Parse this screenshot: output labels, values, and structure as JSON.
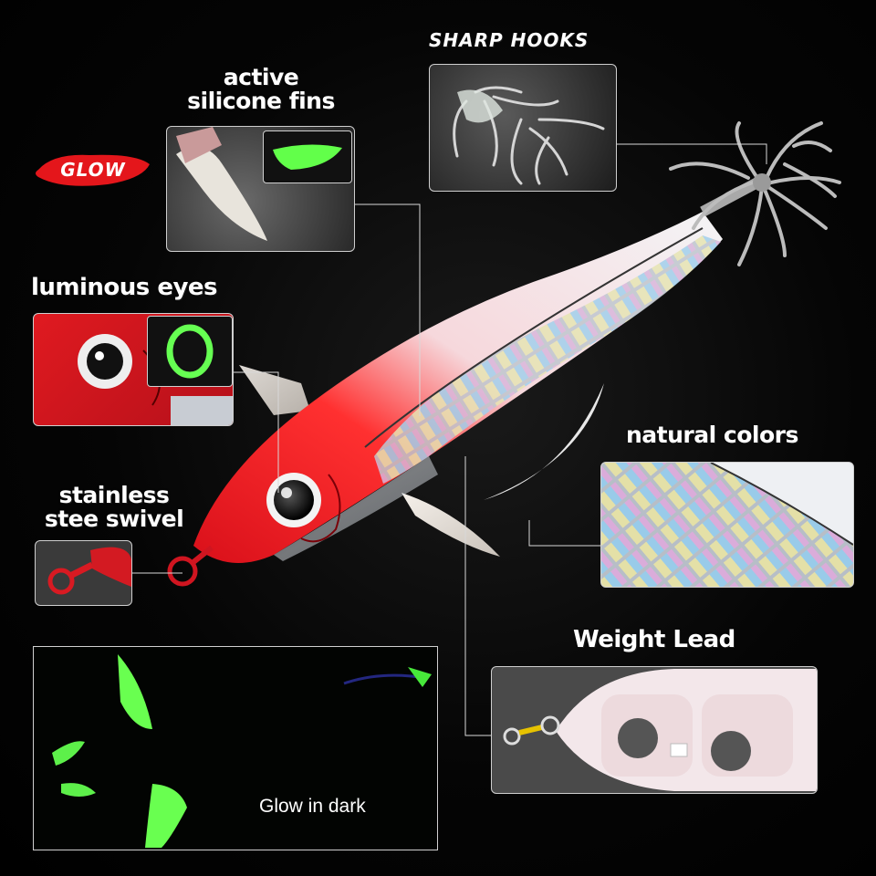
{
  "badge": {
    "text": "GLOW",
    "color": "#e4161b"
  },
  "callouts": {
    "sharp_hooks": "SHARP HOOKS",
    "fins_line1": "active",
    "fins_line2": "silicone fins",
    "eyes": "luminous eyes",
    "swivel_line1": "stainless",
    "swivel_line2": "stee swivel",
    "natural_colors": "natural colors",
    "weight_lead": "Weight Lead",
    "glow_in_dark": "Glow in dark"
  },
  "colors": {
    "lure_red": "#e0141c",
    "lure_silver": "#d8dde2",
    "glow_green": "#6cff57",
    "frame": "#cfcfcf"
  }
}
